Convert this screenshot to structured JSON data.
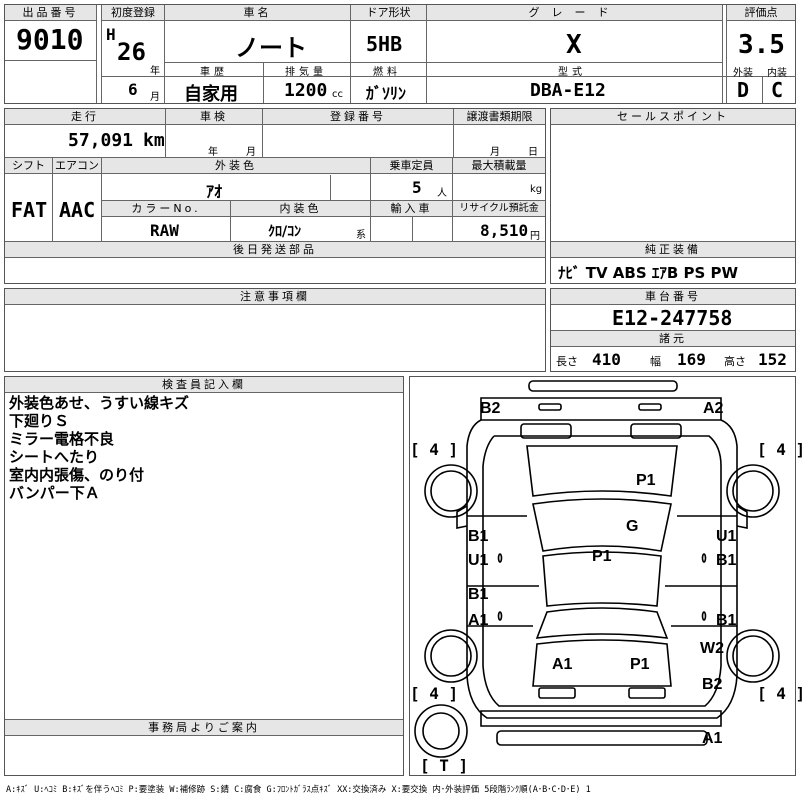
{
  "lot": {
    "label": "出品番号",
    "value": "9010"
  },
  "first_reg": {
    "label": "初度登録",
    "era": "H",
    "year": "26",
    "year_unit": "年",
    "month": "6",
    "month_unit": "月"
  },
  "car_name": {
    "label": "車名",
    "value": "ノート"
  },
  "door": {
    "label": "ドア形状",
    "value": "5HB"
  },
  "grade": {
    "label": "グレード",
    "value": "X"
  },
  "score": {
    "label": "評価点",
    "value": "3.5",
    "exterior_label": "外装",
    "interior_label": "内装",
    "exterior": "D",
    "interior": "C"
  },
  "history": {
    "label": "車歴",
    "value": "自家用"
  },
  "displacement": {
    "label": "排気量",
    "value": "1200",
    "unit": "cc"
  },
  "fuel": {
    "label": "燃料",
    "value": "ｶﾞｿﾘﾝ"
  },
  "model": {
    "label": "型式",
    "value": "DBA-E12"
  },
  "mileage": {
    "label": "走行",
    "value": "57,091",
    "unit": "km"
  },
  "inspection": {
    "label": "車検",
    "year_unit": "年",
    "month_unit": "月"
  },
  "registration": {
    "label": "登録番号"
  },
  "transfer": {
    "label": "譲渡書類期限",
    "month_unit": "月",
    "day_unit": "日"
  },
  "sales_point": {
    "label": "セールスポイント"
  },
  "shift": {
    "label": "シフト",
    "value": "FAT"
  },
  "aircon": {
    "label": "エアコン",
    "value": "AAC"
  },
  "ext_color": {
    "label": "外装色",
    "value": "ｱｵ"
  },
  "capacity": {
    "label": "乗車定員",
    "value": "5",
    "unit": "人"
  },
  "max_load": {
    "label": "最大積載量",
    "unit": "kg"
  },
  "color_no": {
    "label": "カラーNo.",
    "value": "RAW"
  },
  "int_color": {
    "label": "内装色",
    "value": "ｸﾛ/ｺﾝ",
    "unit": "系"
  },
  "import": {
    "label": "輸入車"
  },
  "recycle": {
    "label": "リサイクル預託金",
    "value": "8,510",
    "unit": "円"
  },
  "later_parts": {
    "label": "後日発送部品"
  },
  "equipment": {
    "label": "純正装備",
    "value": "ﾅﾋﾞ  TV  ABS ｴｱB PS PW"
  },
  "notes": {
    "label": "注意事項欄"
  },
  "chassis": {
    "label": "車台番号",
    "value": "E12-247758"
  },
  "dims": {
    "label": "諸元",
    "length_label": "長さ",
    "length": "410",
    "width_label": "幅",
    "width": "169",
    "height_label": "高さ",
    "height": "152"
  },
  "inspector": {
    "label": "検査員記入欄",
    "lines": [
      "外装色あせ、うすい線キズ",
      "下廻りＳ",
      "ミラー電格不良",
      "シートへたり",
      "室内内張傷、のり付",
      "バンパー下Ａ"
    ]
  },
  "office": {
    "label": "事務局よりご案内"
  },
  "diagram": {
    "tires": {
      "fl": "[ 4 ]",
      "fr": "[ 4 ]",
      "rl": "[ 4 ]",
      "rr": "[ 4 ]",
      "spare": "[ T ]"
    },
    "marks": {
      "front_left": "B2",
      "front_right": "A2",
      "hood": "P1",
      "windshield": "G",
      "left_front_door_1": "B1",
      "left_front_door_2": "U1",
      "right_front_door_1": "U1",
      "right_front_door_2": "B1",
      "roof": "P1",
      "left_rear_door_1": "B1",
      "left_rear_door_2": "A1",
      "right_rear_door": "B1",
      "right_rear_fender": "W2",
      "trunk_left": "A1",
      "trunk_right": "P1",
      "rear_right": "B2",
      "rear_bumper": "A1"
    }
  },
  "legend": "A:ｷｽﾞ U:ﾍｺﾐ B:ｷｽﾞを伴うﾍｺﾐ P:要塗装 W:補修跡 S:錆 C:腐食 G:ﾌﾛﾝﾄｶﾞﾗｽ点ｷｽﾞ XX:交換済み X:要交換  内･外装評価 5段階ﾗﾝｸ順(A･B･C･D･E) 1"
}
